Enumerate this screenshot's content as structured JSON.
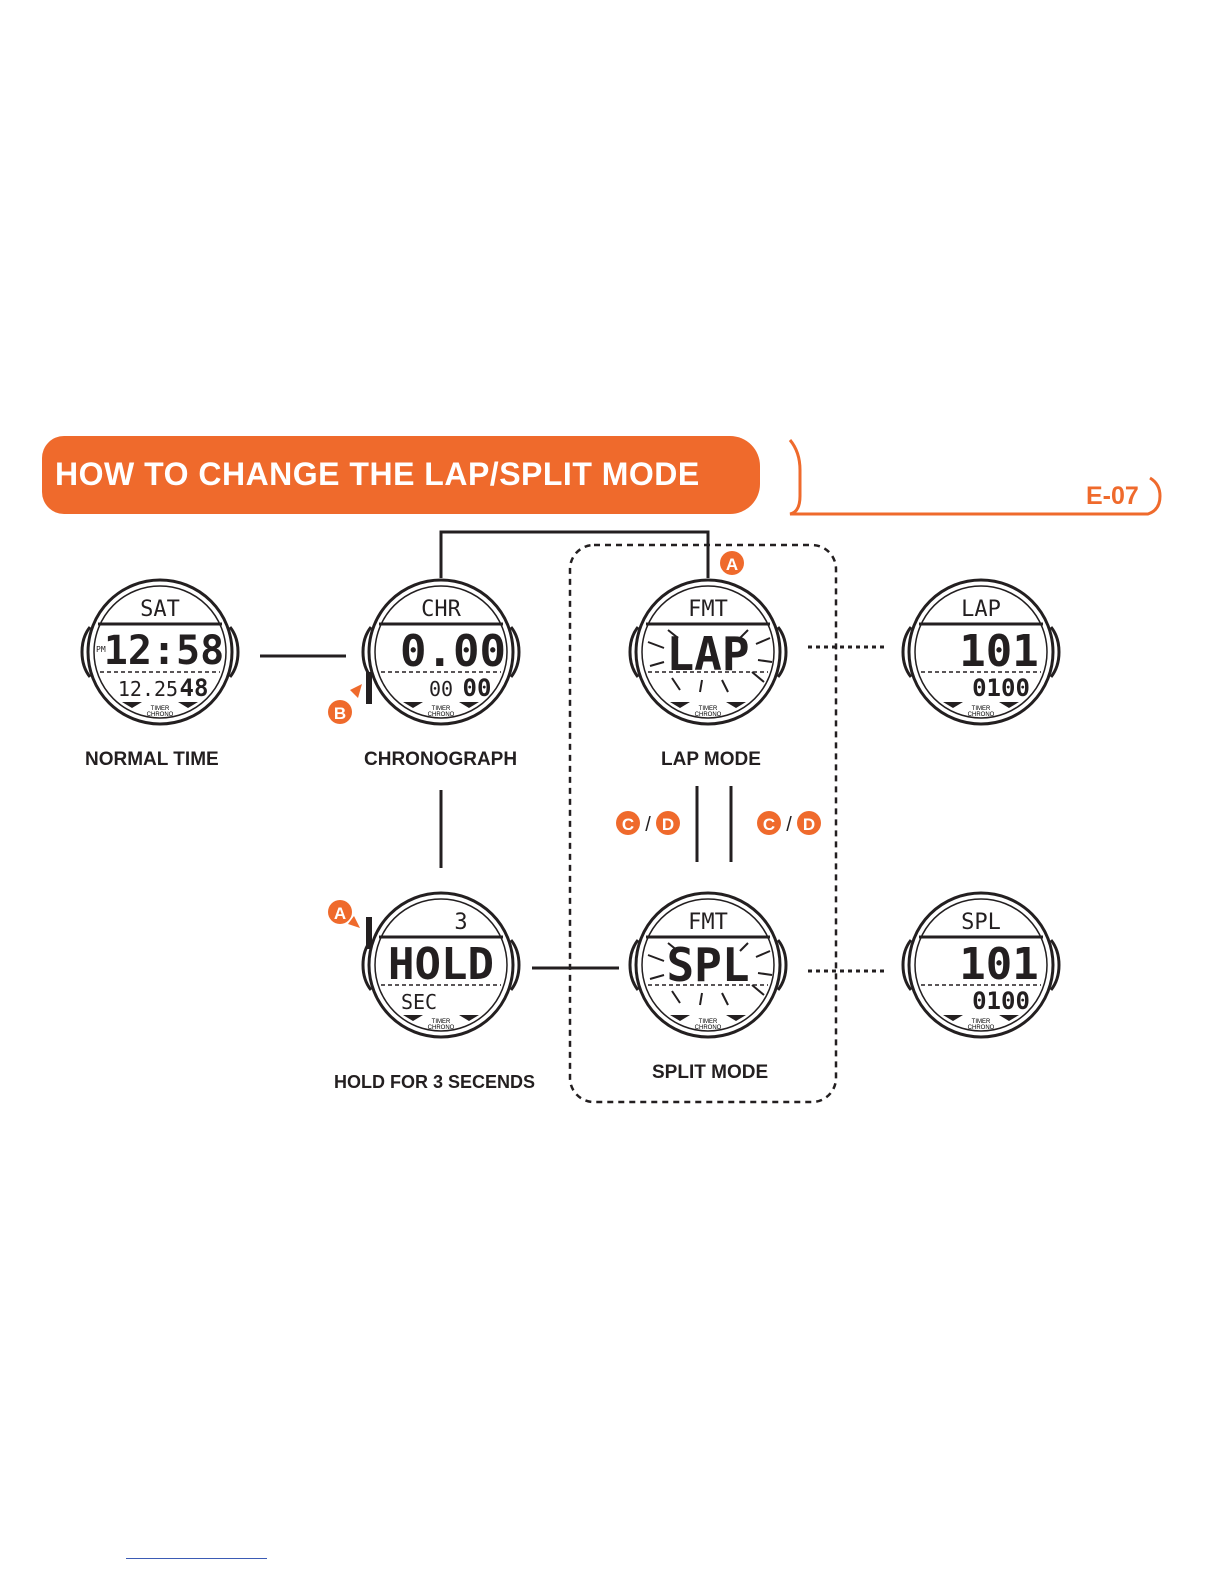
{
  "header": {
    "title": "HOW TO CHANGE THE LAP/SPLIT MODE",
    "page_number": "E-07"
  },
  "captions": {
    "normal_time": "NORMAL TIME",
    "chronograph": "CHRONOGRAPH",
    "lap_mode": "LAP MODE",
    "hold": "HOLD FOR 3 SECENDS",
    "split_mode": "SPLIT MODE"
  },
  "buttons": {
    "a": "A",
    "b": "B",
    "c": "C",
    "d": "D",
    "separator": "/"
  },
  "watches": {
    "normal": {
      "top": "SAT",
      "pm": "PM",
      "main": "12:58",
      "date": "12.25",
      "seconds": "48"
    },
    "chrono": {
      "top": "CHR",
      "main": "0.00",
      "sub_left": "00",
      "sub_right": "00"
    },
    "lap_fmt": {
      "top": "FMT",
      "main": "LAP"
    },
    "lap_result": {
      "top": "LAP",
      "main": "101",
      "sub": "0100"
    },
    "hold": {
      "top": "3",
      "main": "HOLD",
      "bottom": "SEC"
    },
    "split_fmt": {
      "top": "FMT",
      "main": "SPL"
    },
    "split_result": {
      "top": "SPL",
      "main": "101",
      "sub": "0100"
    }
  },
  "watch_labels": {
    "timer": "TIMER",
    "chrono": "CHRONO"
  },
  "colors": {
    "accent": "#ef6a2c",
    "ink": "#231f20"
  }
}
